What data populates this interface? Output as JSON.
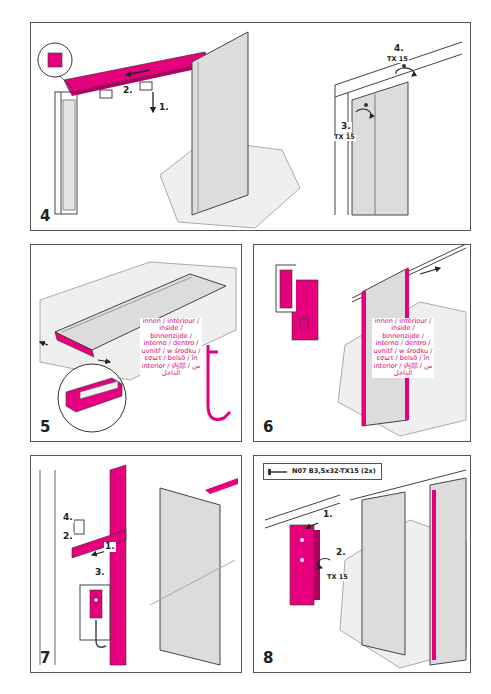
{
  "diagram": {
    "nodes": [
      {
        "text": [
          "4"
        ]
      },
      {
        "text": [
          "5"
        ]
      },
      {
        "text": [
          "6"
        ]
      },
      {
        "text": [
          "7"
        ]
      },
      {
        "text": [
          "8"
        ]
      },
      {
        "text": [
          "N07 B3,5x32-TX15 (2x)"
        ],
        "in": 4
      }
    ],
    "labels": [
      "2.",
      "1.",
      "4.",
      "TX 15",
      "3.",
      "TX 15",
      "innen / intérieur / inside / binnenzijde / interno / dentro / uvnitř / w środku / εσωτ / belső / în interior / 内部 / من الداخل",
      "innen / intérieur / inside / binnenzijde / interno / dentro / uvnitř / w środku / εσωτ / belső / în interior / 内部 / من الداخل",
      "4.",
      "2.",
      "3.",
      "1.",
      "1.",
      "2.",
      "TX 15"
    ]
  }
}
